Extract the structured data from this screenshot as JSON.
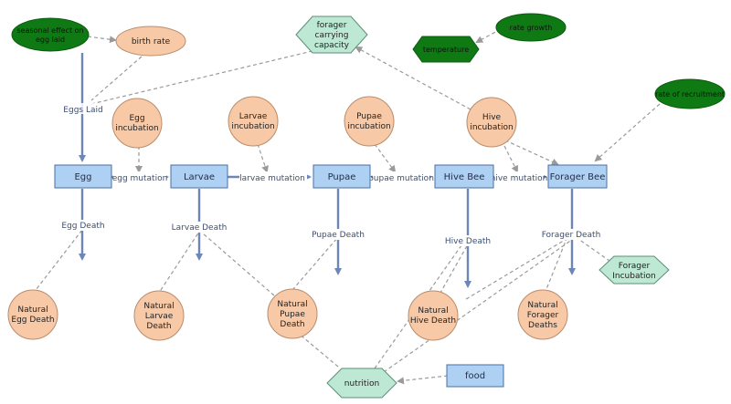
{
  "stocks": {
    "egg": "Egg",
    "larvae": "Larvae",
    "pupae": "Pupae",
    "hive_bee": "Hive Bee",
    "forager_bee": "Forager Bee",
    "food": "food"
  },
  "flows": {
    "eggs_laid": "Eggs Laid",
    "egg_mutation": "egg mutation",
    "larvae_mutation": "larvae mutation",
    "pupae_mutation": "pupae mutation",
    "hive_mutation": "hive mutation",
    "egg_death": "Egg Death",
    "larvae_death": "Larvae Death",
    "pupae_death": "Pupae Death",
    "hive_death": "Hive Death",
    "forager_death": "Forager Death"
  },
  "variables": {
    "birth_rate": "birth rate",
    "egg_incubation": [
      "Egg",
      "incubation"
    ],
    "larvae_incubation": [
      "Larvae",
      "incubation"
    ],
    "pupae_incubation": [
      "Pupae",
      "incubation"
    ],
    "hive_incubation": [
      "Hive",
      "incubation"
    ],
    "natural_egg_death": [
      "Natural",
      "Egg Death"
    ],
    "natural_larvae_death": [
      "Natural",
      "Larvae",
      "Death"
    ],
    "natural_pupae_death": [
      "Natural",
      "Pupae",
      "Death"
    ],
    "natural_hive_death": [
      "Natural",
      "Hive Death"
    ],
    "natural_forager_deaths": [
      "Natural",
      "Forager",
      "Deaths"
    ]
  },
  "converters": {
    "forager_carrying_capacity": [
      "forager",
      "carrying",
      "capacity"
    ],
    "forager_incubation": [
      "Forager",
      "Incubation"
    ],
    "nutrition": "nutrition"
  },
  "green_inputs": {
    "seasonal_effect": [
      "seasonal effect on",
      "egg laid"
    ],
    "rate_growth": "rate growth",
    "temperature": "temperature",
    "rate_of_recruitment": "rate of recruitment"
  },
  "colors": {
    "stock_fill": "#aed0f2",
    "stock_stroke": "#4a6fa5",
    "variable_fill": "#f8c9a6",
    "variable_stroke": "#b98c6c",
    "converter_fill": "#bde8d3",
    "converter_stroke": "#5c8f78",
    "green_fill": "#0f7a14",
    "flow_arrow": "#6d86b8",
    "link_dash": "#9a9a9a"
  }
}
